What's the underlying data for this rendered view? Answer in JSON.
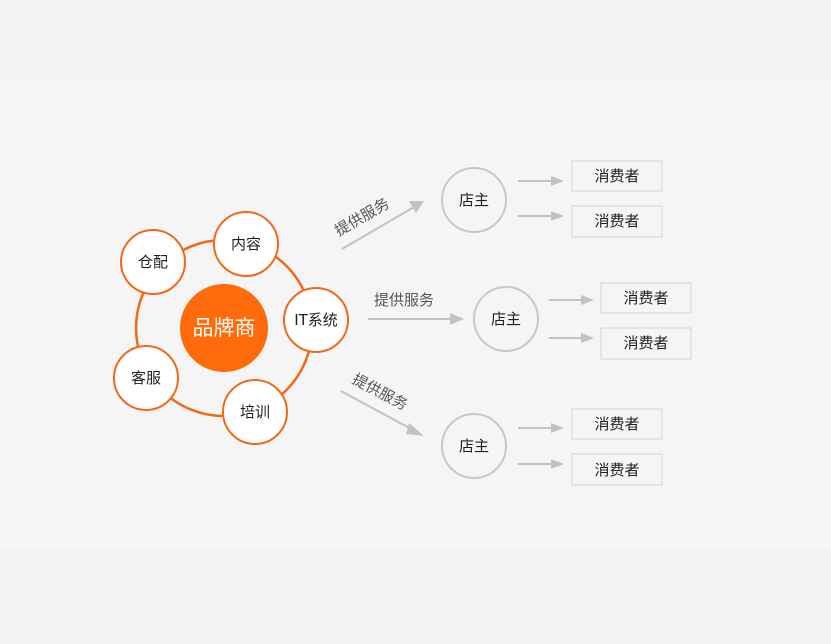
{
  "hub": {
    "center_label": "品牌商",
    "satellites": [
      "仓配",
      "内容",
      "IT系统",
      "培训",
      "客服"
    ]
  },
  "branches": [
    {
      "service_label": "提供服务",
      "shop_label": "店主",
      "consumers": [
        "消费者",
        "消费者"
      ]
    },
    {
      "service_label": "提供服务",
      "shop_label": "店主",
      "consumers": [
        "消费者",
        "消费者"
      ]
    },
    {
      "service_label": "提供服务",
      "shop_label": "店主",
      "consumers": [
        "消费者",
        "消费者"
      ]
    }
  ],
  "colors": {
    "accent": "#ff6a0a",
    "ring": "#f06a1a",
    "arrow": "#c2c2c2",
    "shop_border": "#c8c8c8",
    "background": "#f5f5f5"
  }
}
